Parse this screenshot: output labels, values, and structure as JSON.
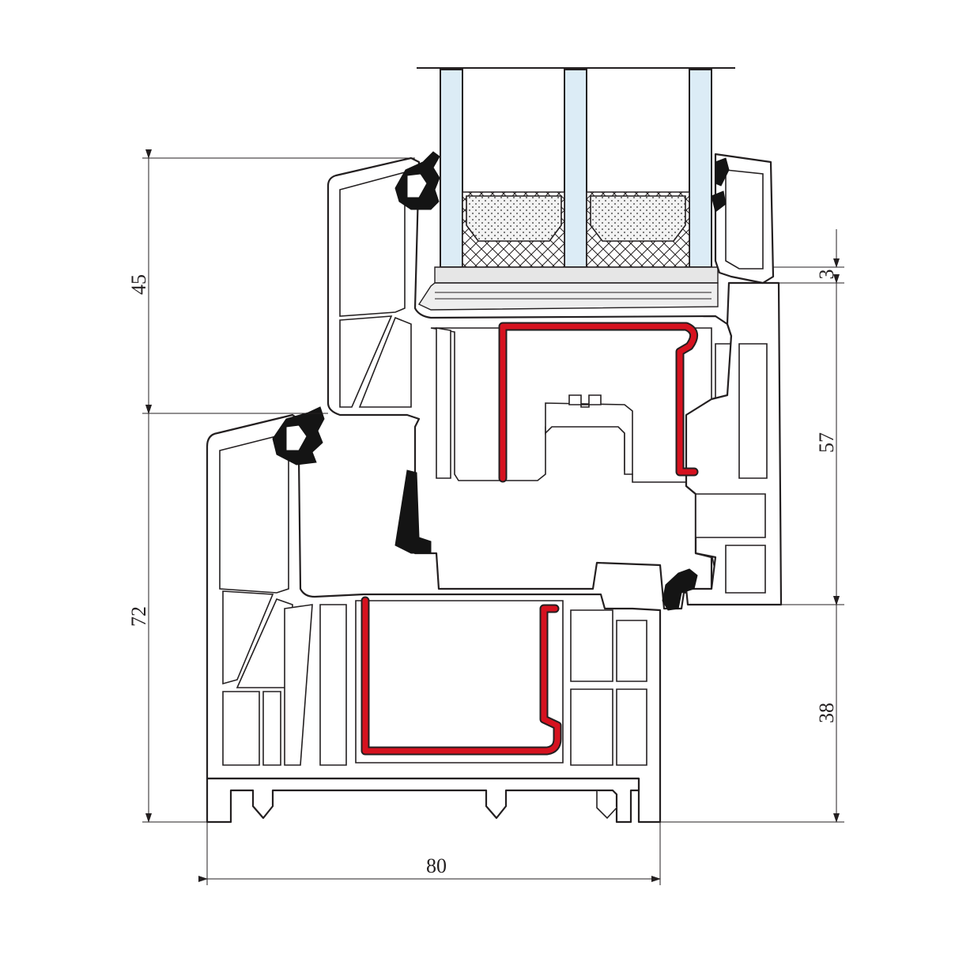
{
  "dimensions": {
    "sash_height": "45",
    "frame_height": "72",
    "total_depth": "80",
    "glazing_offset": "3",
    "sash_depth": "57",
    "frame_inner": "38"
  },
  "colors": {
    "outline": "#231f20",
    "reinforcement": "#d6121f",
    "glass": "#dcecf6",
    "gasket": "#141414",
    "spacer_fill": "#e6e6e6"
  }
}
